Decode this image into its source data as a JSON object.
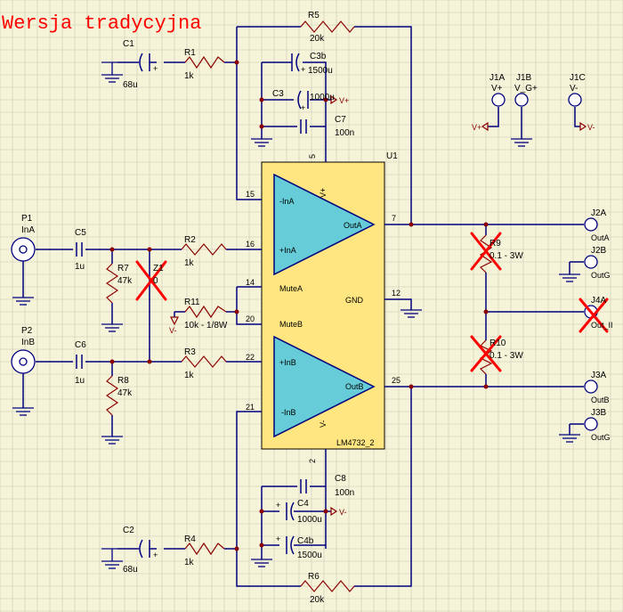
{
  "title": "Wersja tradycyjna",
  "chip": {
    "ref": "U1",
    "part": "LM4732_2",
    "gnd": "GND",
    "pins": {
      "p15": "-InA",
      "p16": "+InA",
      "p14": "MuteA",
      "p20": "MuteB",
      "p22": "+InB",
      "p21": "-InB",
      "outa": "OutA",
      "outb": "OutB",
      "vp": "V+",
      "vm": "V-"
    },
    "pin_numbers": [
      "15",
      "16",
      "14",
      "20",
      "22",
      "21",
      "7",
      "25",
      "12",
      "5",
      "2"
    ]
  },
  "components": {
    "C1": {
      "ref": "C1",
      "val": "68u"
    },
    "R1": {
      "ref": "R1",
      "val": "1k"
    },
    "R5": {
      "ref": "R5",
      "val": "20k"
    },
    "C3b": {
      "ref": "C3b",
      "val": "1500u"
    },
    "C3": {
      "ref": "C3",
      "val": "1000u"
    },
    "C7": {
      "ref": "C7",
      "val": "100n"
    },
    "C5": {
      "ref": "C5",
      "val": "1u"
    },
    "R7": {
      "ref": "R7",
      "val": "47k"
    },
    "Z1": {
      "ref": "Z1",
      "val": "0"
    },
    "R2": {
      "ref": "R2",
      "val": "1k"
    },
    "R11": {
      "ref": "R11",
      "val": "10k - 1/8W"
    },
    "C6": {
      "ref": "C6",
      "val": "1u"
    },
    "R8": {
      "ref": "R8",
      "val": "47k"
    },
    "R3": {
      "ref": "R3",
      "val": "1k"
    },
    "R9": {
      "ref": "R9",
      "val": "0.1 - 3W"
    },
    "R10": {
      "ref": "R10",
      "val": "0.1 - 3W"
    },
    "C8": {
      "ref": "C8",
      "val": "100n"
    },
    "C4": {
      "ref": "C4",
      "val": "1000u"
    },
    "C4b": {
      "ref": "C4b",
      "val": "1500u"
    },
    "C2": {
      "ref": "C2",
      "val": "68u"
    },
    "R4": {
      "ref": "R4",
      "val": "1k"
    },
    "R6": {
      "ref": "R6",
      "val": "20k"
    }
  },
  "connectors": {
    "P1": {
      "ref": "P1",
      "net": "InA"
    },
    "P2": {
      "ref": "P2",
      "net": "InB"
    },
    "J1A": {
      "ref": "J1A",
      "net": "V+"
    },
    "J1B": {
      "ref": "J1B",
      "net": "V_G+"
    },
    "J1C": {
      "ref": "J1C",
      "net": "V-"
    },
    "J2A": {
      "ref": "J2A",
      "net": "OutA"
    },
    "J2B": {
      "ref": "J2B",
      "net": "OutG"
    },
    "J4A": {
      "ref": "J4A",
      "net": "Out_II"
    },
    "J3A": {
      "ref": "J3A",
      "net": "OutB"
    },
    "J3B": {
      "ref": "J3B",
      "net": "OutG"
    }
  },
  "power": {
    "vplus": "V+",
    "vminus": "V-"
  },
  "colors": {
    "background": "#f5f4d8",
    "grid": "#c9c8b4",
    "wire": "#000080",
    "chip": "#ffe680",
    "opamp": "#66cdd8",
    "cross": "#ff0000",
    "power": "#8b0000",
    "title": "#ff0000"
  }
}
